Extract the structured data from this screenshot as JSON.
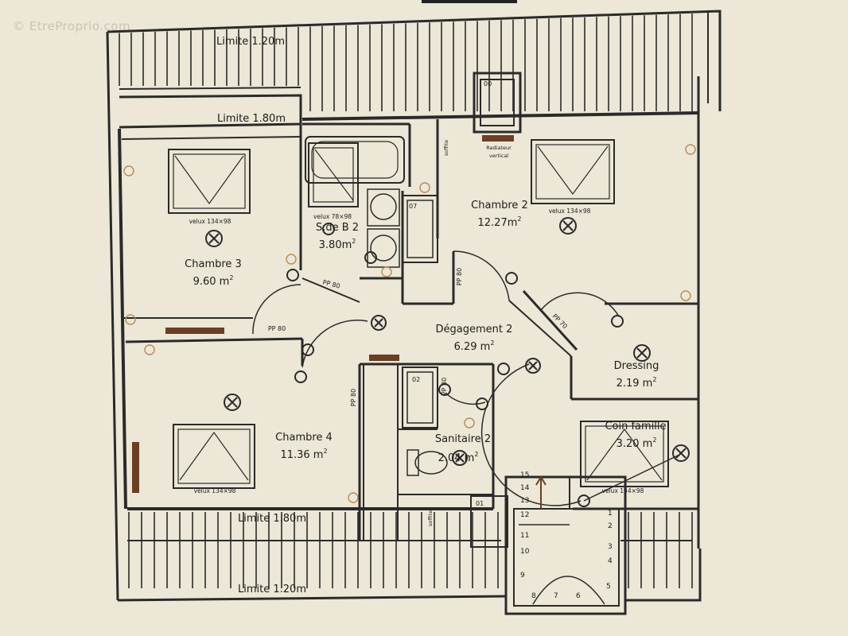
{
  "watermark": "© EtreProprio.com",
  "limits": {
    "top_outer": "Limite 1.20m",
    "top_inner": "Limite 1.80m",
    "bottom_inner": "Limite 1.80m",
    "bottom_outer": "Limite 1.20m"
  },
  "rooms": {
    "chambre3": {
      "name": "Chambre 3",
      "area": "9.60",
      "unit": "m",
      "exp": "2"
    },
    "chambre2": {
      "name": "Chambre 2",
      "area": "12.27",
      "unit": "m",
      "exp": "2"
    },
    "sdb2": {
      "name": "S.de B 2",
      "area": "3.80",
      "unit": "m",
      "exp": "2"
    },
    "degagement2": {
      "name": "Dégagement 2",
      "area": "6.29",
      "unit": "m",
      "exp": "2"
    },
    "dressing": {
      "name": "Dressing",
      "area": "2.19",
      "unit": "m",
      "exp": "2"
    },
    "chambre4": {
      "name": "Chambre 4",
      "area": "11.36",
      "unit": "m",
      "exp": "2"
    },
    "sanitaire2": {
      "name": "Sanitaire 2",
      "area": "2.04",
      "unit": "m",
      "exp": "2"
    },
    "coin_famille": {
      "name": "Coin famille",
      "area": "3.20",
      "unit": "m",
      "exp": "2"
    }
  },
  "velux": {
    "chambre3": "velux 134×98",
    "chambre2": "velux 134×98",
    "sdb": "velux 78×98",
    "chambre4": "velux 134×98",
    "coin_famille": "velux 134×98"
  },
  "doors": {
    "pp80_sdb": "PP 80",
    "pp80_ch3": "PP 80",
    "pp80_ch2": "PP 80",
    "pp80_ch4": "PP 80",
    "pp80_san": "PP 80",
    "pp70_dressing": "PP 70"
  },
  "fixtures": {
    "radiateur": "Radiateur",
    "vertical": "vertical",
    "soffite_top": "soffite",
    "soffite_bottom": "soffite"
  },
  "ducts": {
    "d00": "00",
    "d07": "07",
    "d02": "02",
    "d01": "01"
  },
  "stairs": [
    "15",
    "14",
    "13",
    "12",
    "11",
    "10",
    "9",
    "8",
    "7",
    "6",
    "5",
    "4",
    "3",
    "2",
    "1"
  ]
}
